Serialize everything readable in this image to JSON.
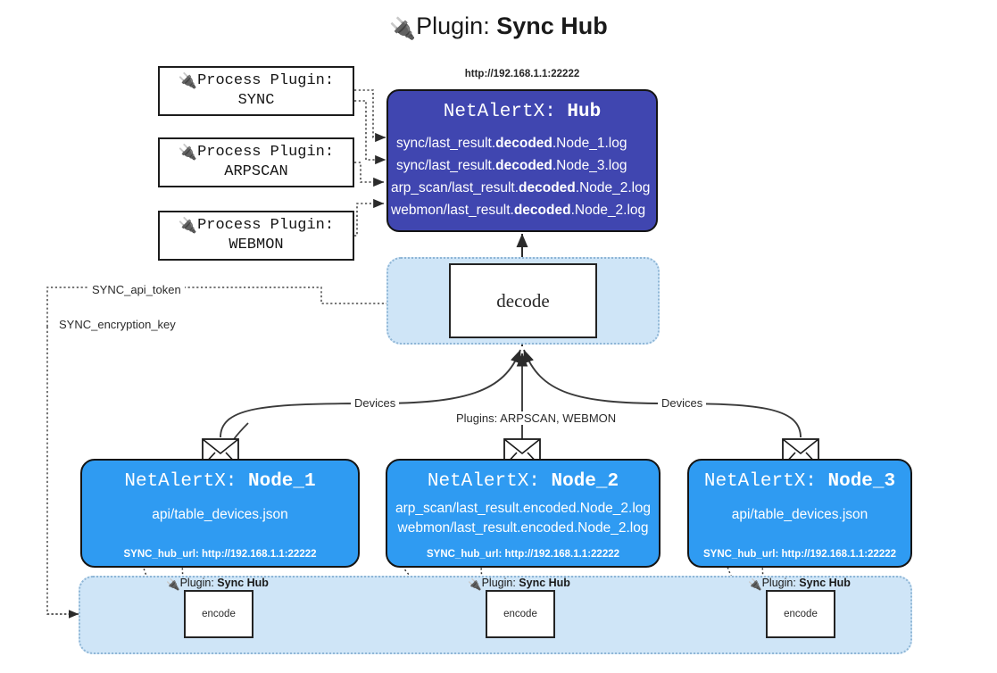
{
  "title": {
    "icon": "🔌",
    "prefix": "Plugin: ",
    "name": "Sync Hub"
  },
  "process_plugins": [
    {
      "icon": "🔌",
      "label": "Process Plugin:",
      "name": "SYNC"
    },
    {
      "icon": "🔌",
      "label": "Process Plugin:",
      "name": "ARPSCAN"
    },
    {
      "icon": "🔌",
      "label": "Process Plugin:",
      "name": "WEBMON"
    }
  ],
  "hub": {
    "url": "http://192.168.1.1:22222",
    "app": "NetAlertX: ",
    "name": "Hub",
    "files": [
      {
        "pre": "sync/last_result.",
        "mid": "decoded",
        "post": ".Node_1.log"
      },
      {
        "pre": "sync/last_result.",
        "mid": "decoded",
        "post": ".Node_3.log"
      },
      {
        "pre": "arp_scan/last_result.",
        "mid": "decoded",
        "post": ".Node_2.log"
      },
      {
        "pre": "webmon/last_result.",
        "mid": "decoded",
        "post": ".Node_2.log"
      }
    ]
  },
  "decode": {
    "label": "decode"
  },
  "settings": [
    {
      "label": "SYNC_api_token"
    },
    {
      "label": "SYNC_encryption_key"
    }
  ],
  "edge_labels": {
    "devices_left": "Devices",
    "devices_right": "Devices",
    "plugins_center": "Plugins: ARPSCAN, WEBMON"
  },
  "nodes": [
    {
      "app": "NetAlertX: ",
      "name": "Node_1",
      "paths": [
        "api/table_devices.json"
      ],
      "hub_url": "SYNC_hub_url: http://192.168.1.1:22222"
    },
    {
      "app": "NetAlertX: ",
      "name": "Node_2",
      "paths": [
        "arp_scan/last_result.encoded.Node_2.log",
        "webmon/last_result.encoded.Node_2.log"
      ],
      "hub_url": "SYNC_hub_url: http://192.168.1.1:22222"
    },
    {
      "app": "NetAlertX: ",
      "name": "Node_3",
      "paths": [
        "api/table_devices.json"
      ],
      "hub_url": "SYNC_hub_url: http://192.168.1.1:22222"
    }
  ],
  "encoders": [
    {
      "icon": "🔌",
      "prefix": "Plugin: ",
      "name": "Sync Hub",
      "label": "encode"
    },
    {
      "icon": "🔌",
      "prefix": "Plugin: ",
      "name": "Sync Hub",
      "label": "encode"
    },
    {
      "icon": "🔌",
      "prefix": "Plugin: ",
      "name": "Sync Hub",
      "label": "encode"
    }
  ],
  "colors": {
    "hub": "#4046b0",
    "node": "#2f9bf2",
    "band": "#cfe5f7",
    "stroke": "#141414"
  }
}
